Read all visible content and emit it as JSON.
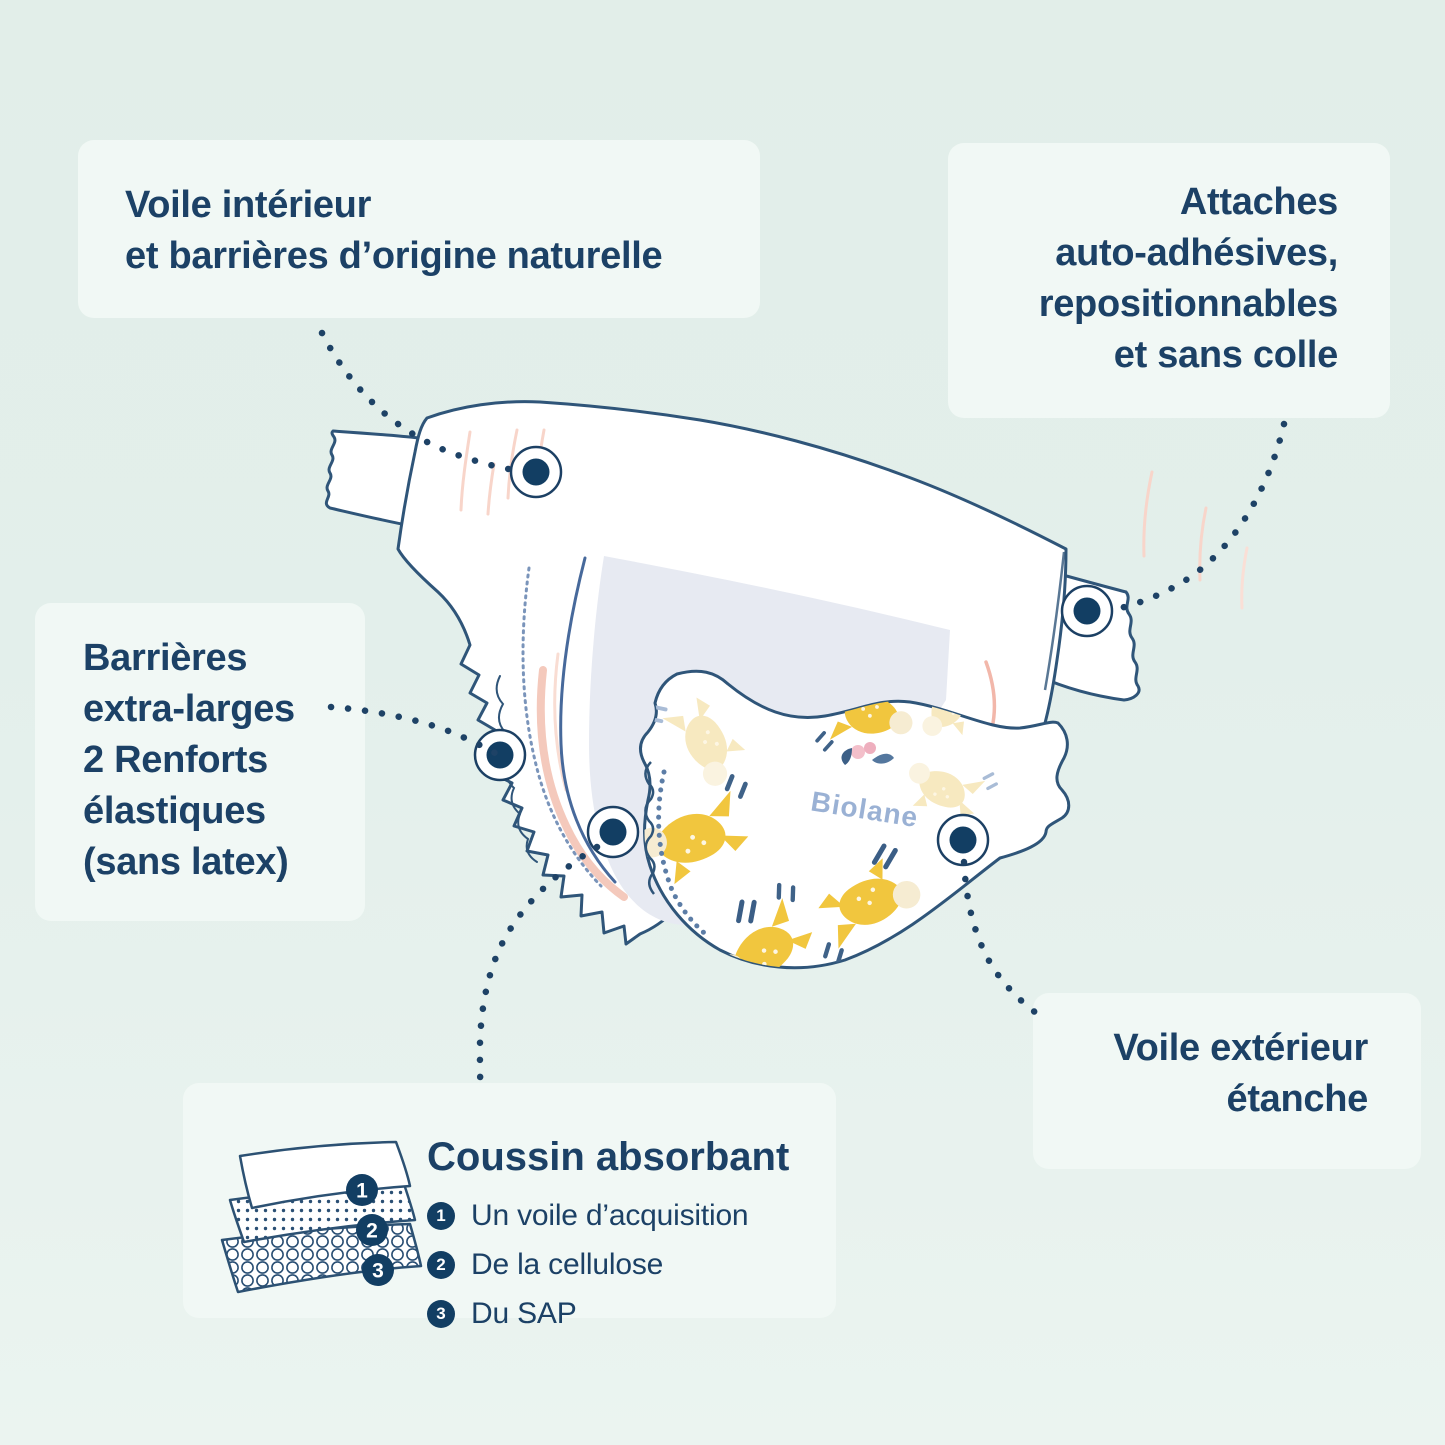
{
  "colors": {
    "background_top": "#e2eee9",
    "background_bottom": "#ebf4f0",
    "card": "#f1f8f5",
    "text_navy": "#1c4166",
    "outline_navy": "#2f5579",
    "marker_navy": "#123e63",
    "pad_gray": "#e7eaf2",
    "elastic_blue": "#47699b",
    "pink": "#f4c9bc",
    "pattern_yellow": "#f1c63e",
    "pattern_pale_yellow": "#f7e9c0",
    "logo_blue": "#9ab1d4"
  },
  "callouts": {
    "inner_veil": {
      "lines": [
        "Voile intérieur",
        "et barrières d’origine naturelle"
      ]
    },
    "fasteners": {
      "lines": [
        "Attaches",
        "auto-adhésives,",
        "repositionnables",
        "et sans colle"
      ]
    },
    "barriers": {
      "lines": [
        "Barrières",
        "extra-larges",
        "2 Renforts",
        "élastiques",
        "(sans latex)"
      ]
    },
    "outer_veil": {
      "lines": [
        "Voile extérieur",
        "étanche"
      ]
    }
  },
  "cushion": {
    "title": "Coussin absorbant",
    "items": [
      {
        "num": "1",
        "label": "Un voile d’acquisition"
      },
      {
        "num": "2",
        "label": "De la cellulose"
      },
      {
        "num": "3",
        "label": "Du SAP"
      }
    ]
  },
  "brand": {
    "logo": "Biolane"
  }
}
